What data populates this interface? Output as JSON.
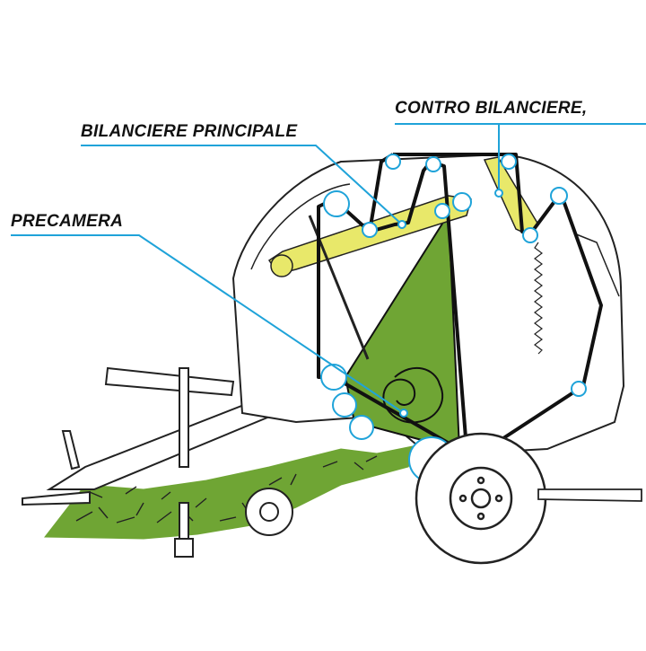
{
  "labels": {
    "contro_bilanciere": "CONTRO BILANCIERE,",
    "bilanciere_principale": "BILANCIERE PRINCIPALE",
    "precamera": "PRECAMERA"
  },
  "colors": {
    "callout_line": "#1fa3d9",
    "belt": "#111111",
    "crop_green": "#6fa534",
    "arm_yellow": "#e8e86a",
    "outline": "#222222",
    "roller_stroke": "#1fa3d9"
  },
  "icons": {
    "rollers": "circle-roller",
    "wheel": "wheel",
    "crop_bale": "bale-scribble"
  }
}
